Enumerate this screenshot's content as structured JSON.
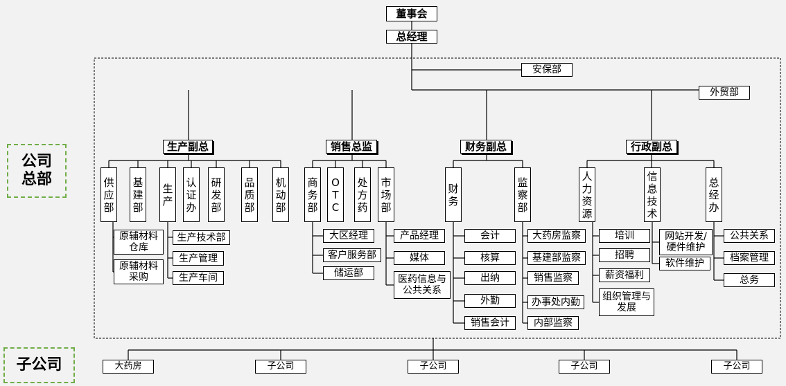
{
  "top": {
    "board": "董事会",
    "gm": "总经理",
    "security": "安保部",
    "foreign_trade": "外贸部"
  },
  "side_labels": {
    "hq": "公司\n总部",
    "sub": "子公司"
  },
  "vps": {
    "production": "生产副总",
    "sales": "销售总监",
    "finance": "财务副总",
    "admin": "行政副总"
  },
  "production": {
    "depts": [
      "供\n应\n部",
      "基\n建\n部",
      "生\n产",
      "认\n证\n办",
      "研\n发\n部",
      "品\n质\n部",
      "机\n动\n部"
    ],
    "supply_sub": [
      "原辅材料\n仓库",
      "原辅材料\n采购"
    ],
    "prod_sub": [
      "生产技术部",
      "生产管理",
      "生产车间"
    ]
  },
  "sales": {
    "depts": [
      "商\n务\n部",
      "O\nT\nC",
      "处\n方\n药",
      "市\n场\n部"
    ],
    "biz_sub": [
      "大区经理",
      "客户服务部",
      "储运部"
    ],
    "market_sub": [
      "产品经理",
      "媒体",
      "医药信息与\n公共关系"
    ]
  },
  "finance": {
    "depts": [
      "财\n务",
      "监\n察\n部"
    ],
    "fin_sub": [
      "会计",
      "核算",
      "出纳",
      "外勤",
      "销售会计"
    ],
    "audit_sub": [
      "大药房监察",
      "基建部监察",
      "销售监察",
      "办事处内勤",
      "内部监察"
    ]
  },
  "admin": {
    "depts": [
      "人\n力\n资\n源",
      "信\n息\n技\n术",
      "总\n经\n办"
    ],
    "hr_sub": [
      "培训",
      "招聘",
      "薪资福利",
      "组织管理与\n发展"
    ],
    "it_sub": [
      "网站开发/\n硬件维护",
      "软件维护"
    ],
    "office_sub": [
      "公共关系",
      "档案管理",
      "总务"
    ]
  },
  "subsidiaries": [
    "大药房",
    "子公司",
    "子公司",
    "子公司",
    "子公司"
  ]
}
